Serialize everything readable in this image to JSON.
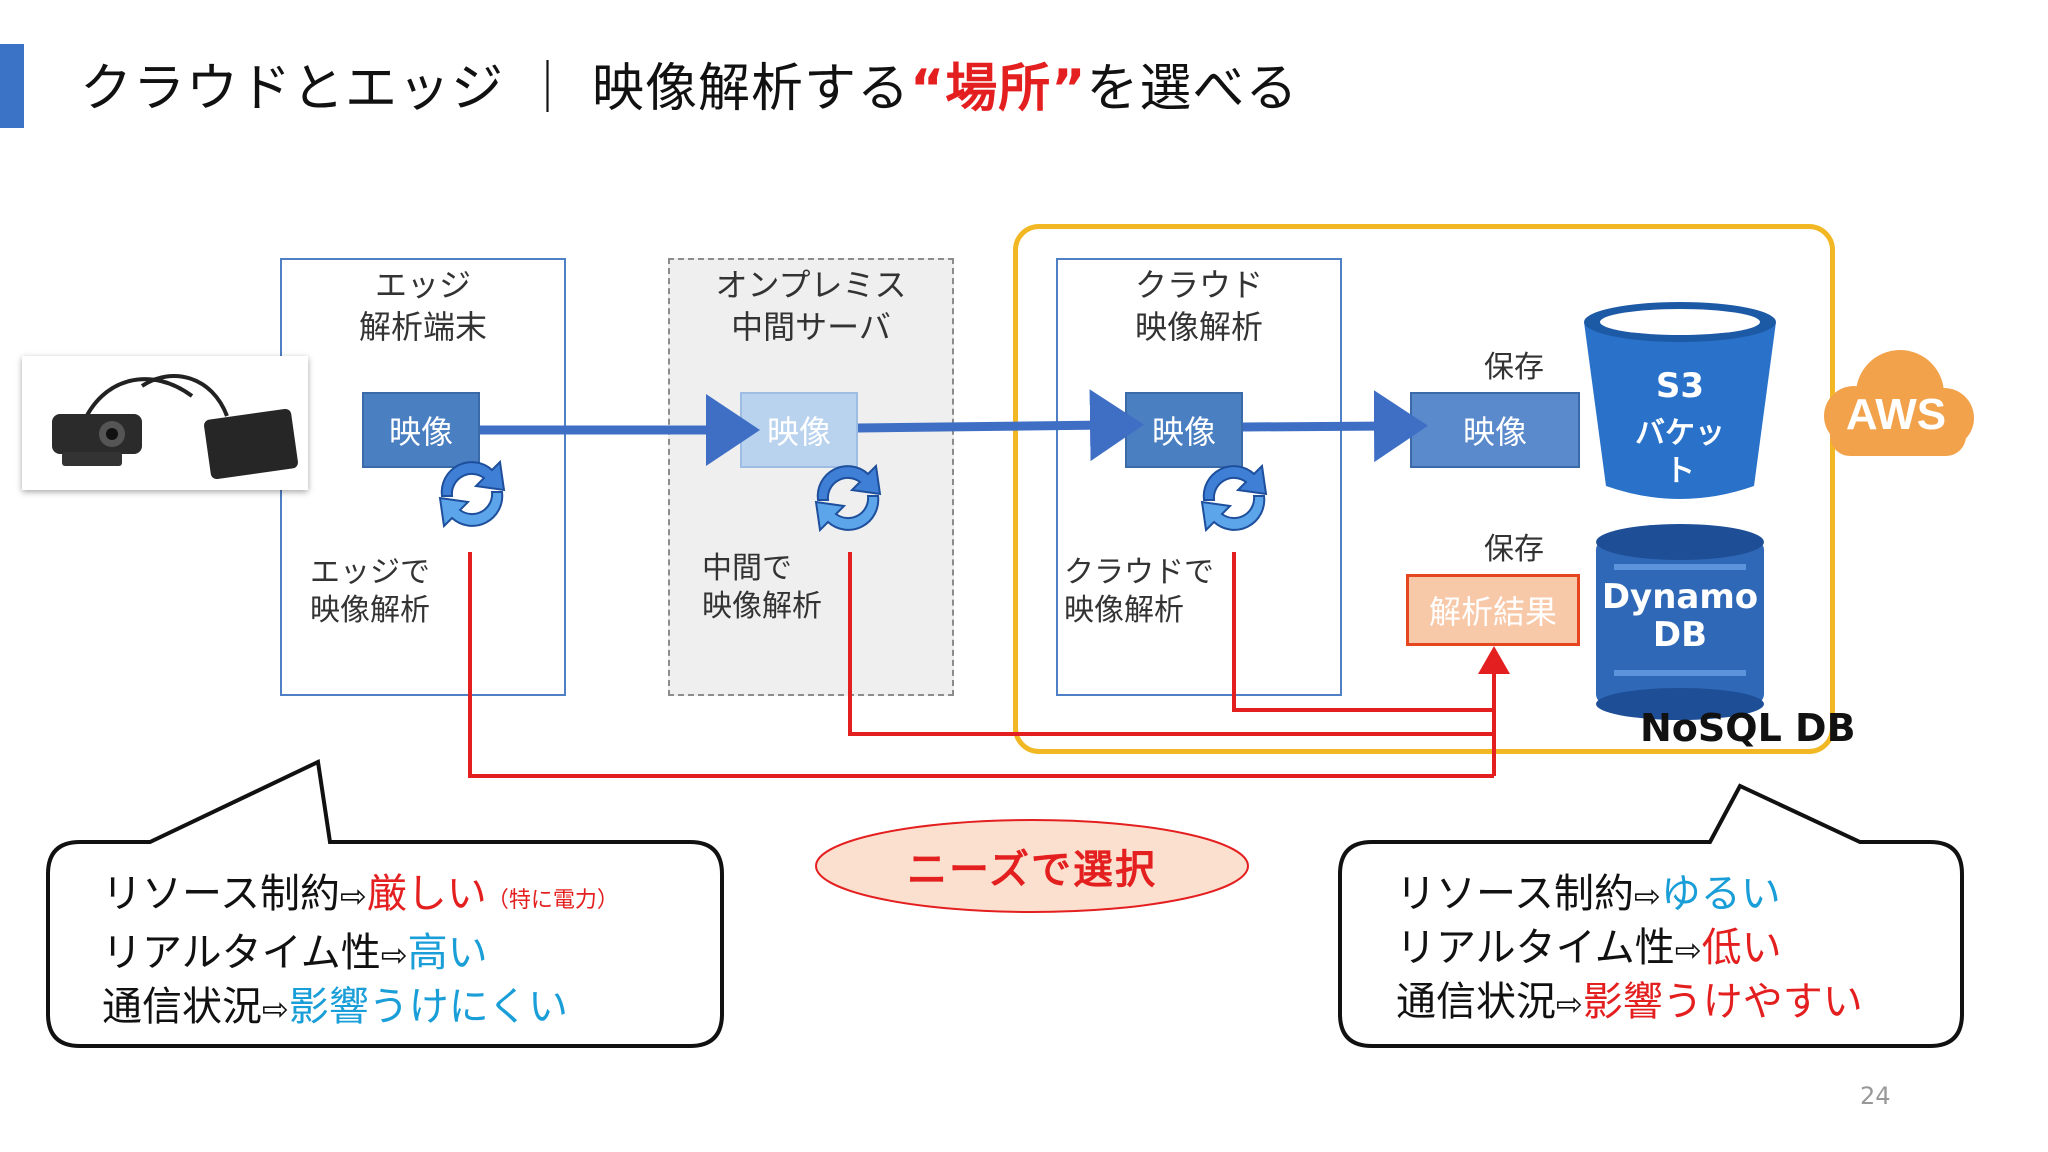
{
  "title": {
    "prefix": "クラウドとエッジ ｜ 映像解析する",
    "highlight": "“場所”",
    "suffix": "を選べる"
  },
  "zones": {
    "edge": {
      "line1": "エッジ",
      "line2": "解析端末",
      "box": "映像",
      "caption1": "エッジで",
      "caption2": "映像解析"
    },
    "onprem": {
      "line1": "オンプレミス",
      "line2": "中間サーバ",
      "box": "映像",
      "caption1": "中間で",
      "caption2": "映像解析"
    },
    "cloud": {
      "line1": "クラウド",
      "line2": "映像解析",
      "box": "映像",
      "caption1": "クラウドで",
      "caption2": "映像解析"
    }
  },
  "storage": {
    "save_label_1": "保存",
    "save_label_2": "保存",
    "video_box": "映像",
    "result_box": "解析結果",
    "s3_line1": "S3",
    "s3_line2": "バケッ",
    "s3_line3": "ト",
    "dynamo_line1": "Dynamo",
    "dynamo_line2": "DB",
    "nosql": "NoSQL DB",
    "aws_logo": "AWS"
  },
  "needs": "ニーズで選択",
  "left_bubble": {
    "row1_label": "リソース制約",
    "row1_value": "厳しい",
    "row1_note": "（特に電力）",
    "row2_label": "リアルタイム性",
    "row2_value": "高い",
    "row3_label": "通信状況",
    "row3_value": "影響うけにくい",
    "arrow": "⇨"
  },
  "right_bubble": {
    "row1_label": "リソース制約",
    "row1_value": "ゆるい",
    "row2_label": "リアルタイム性",
    "row2_value": "低い",
    "row3_label": "通信状況",
    "row3_value": "影響うけやすい",
    "arrow": "⇨"
  },
  "page_number": "24",
  "colors": {
    "accent": "#3b73c6",
    "red": "#e41f1f",
    "blue": "#1a9ed8",
    "aws_orange": "#f2b824",
    "arrow_blue": "#3f6fc4"
  },
  "icons": [
    "webcam-device-image",
    "sync-icon",
    "s3-bucket-icon",
    "dynamodb-icon",
    "aws-cloud-logo"
  ]
}
